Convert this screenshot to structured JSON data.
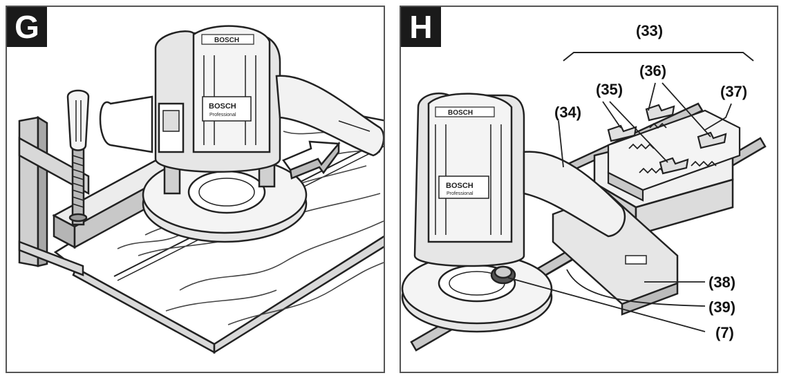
{
  "panels": [
    {
      "letter": "G",
      "brand": "BOSCH",
      "model": "Professional"
    },
    {
      "letter": "H",
      "brand": "BOSCH",
      "model": "Professional",
      "callouts": {
        "c33": "(33)",
        "c36": "(36)",
        "c35": "(35)",
        "c37": "(37)",
        "c34": "(34)",
        "c38": "(38)",
        "c39": "(39)",
        "c7": "(7)"
      }
    }
  ],
  "colors": {
    "ink": "#1a1a1a",
    "wood": "#d9d9d9",
    "metal": "#c8c8c8",
    "body": "#e6e6e6"
  }
}
